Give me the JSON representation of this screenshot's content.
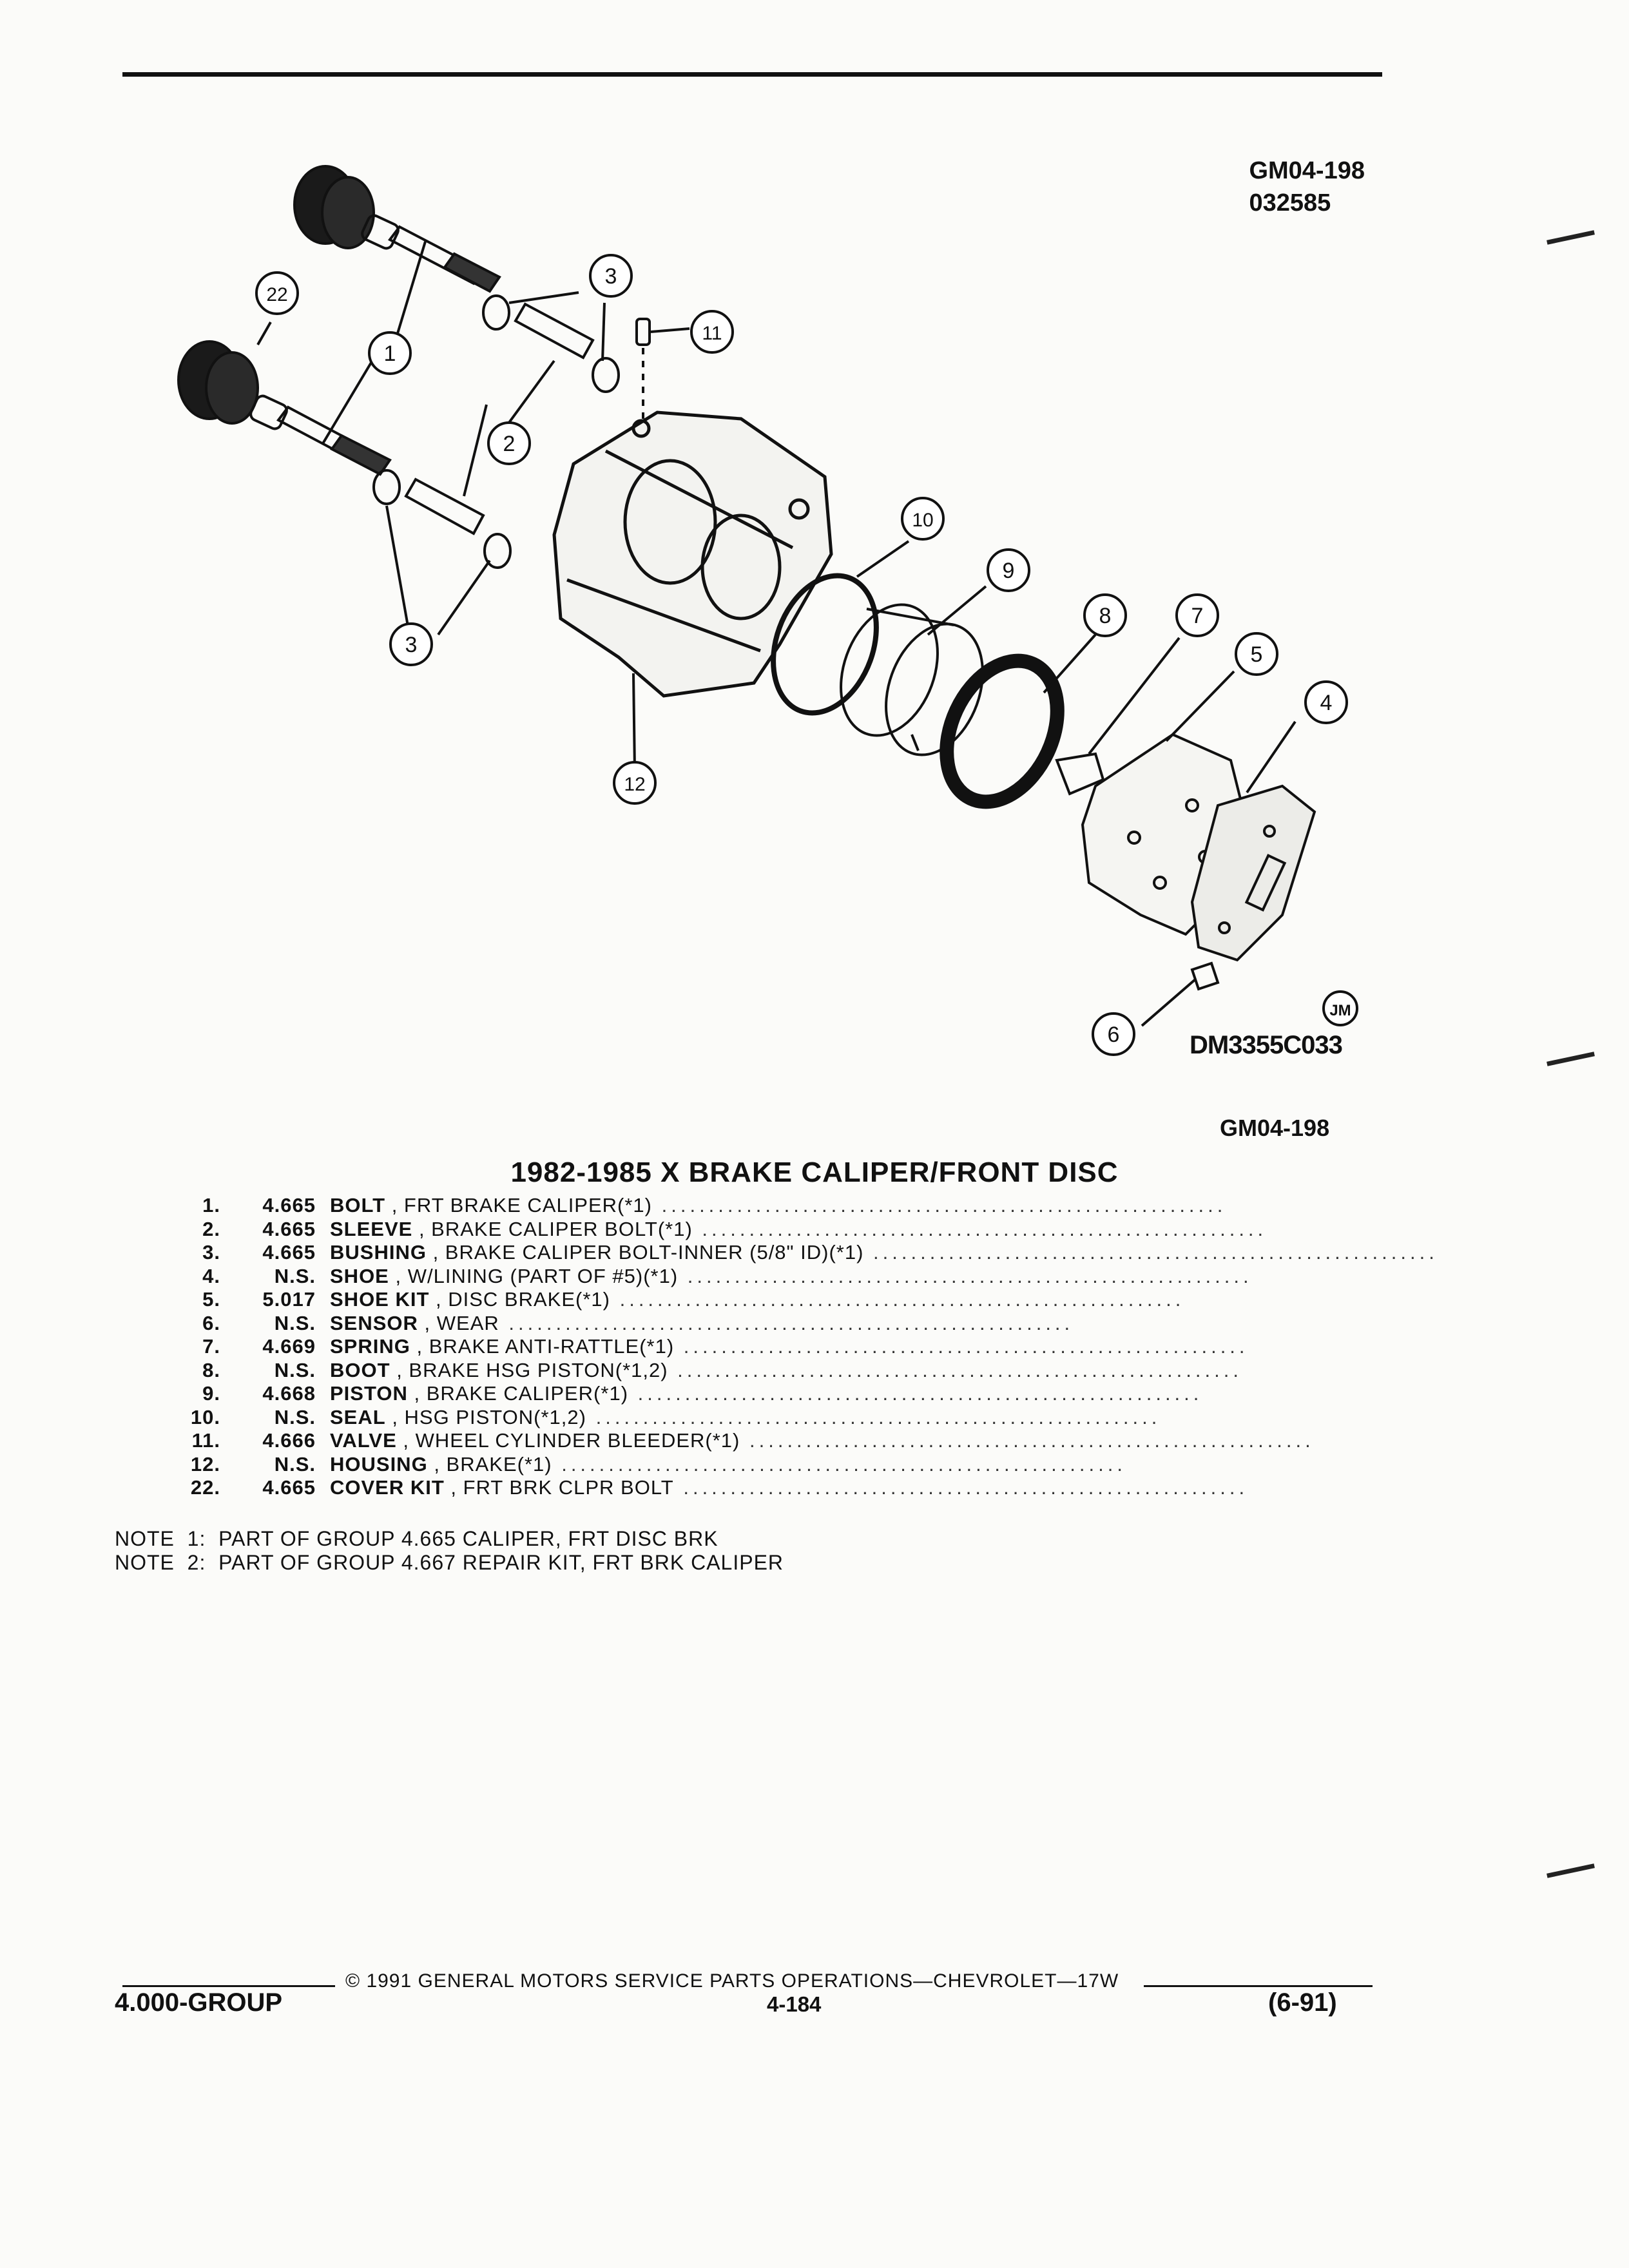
{
  "header": {
    "drawing_code": "GM04-198",
    "drawing_date": "032585"
  },
  "diagram": {
    "callouts": [
      "1",
      "2",
      "3",
      "3",
      "4",
      "5",
      "6",
      "7",
      "8",
      "9",
      "10",
      "11",
      "12",
      "22"
    ],
    "stamp": "JM",
    "drawing_number": "DM3355C033",
    "reference": "GM04-198"
  },
  "title": "1982-1985 X BRAKE CALIPER/FRONT DISC",
  "parts": [
    {
      "num": "1.",
      "group": "4.665",
      "name": "BOLT",
      "detail": ", FRT BRAKE CALIPER(*1)"
    },
    {
      "num": "2.",
      "group": "4.665",
      "name": "SLEEVE",
      "detail": ", BRAKE CALIPER BOLT(*1)"
    },
    {
      "num": "3.",
      "group": "4.665",
      "name": "BUSHING",
      "detail": ", BRAKE CALIPER BOLT-INNER (5/8\" ID)(*1)"
    },
    {
      "num": "4.",
      "group": "N.S.",
      "name": "SHOE",
      "detail": ", W/LINING (PART OF #5)(*1)"
    },
    {
      "num": "5.",
      "group": "5.017",
      "name": "SHOE KIT",
      "detail": ", DISC BRAKE(*1)"
    },
    {
      "num": "6.",
      "group": "N.S.",
      "name": "SENSOR",
      "detail": ", WEAR"
    },
    {
      "num": "7.",
      "group": "4.669",
      "name": "SPRING",
      "detail": ", BRAKE ANTI-RATTLE(*1)"
    },
    {
      "num": "8.",
      "group": "N.S.",
      "name": "BOOT",
      "detail": ", BRAKE HSG PISTON(*1,2)"
    },
    {
      "num": "9.",
      "group": "4.668",
      "name": "PISTON",
      "detail": ", BRAKE CALIPER(*1)"
    },
    {
      "num": "10.",
      "group": "N.S.",
      "name": "SEAL",
      "detail": ", HSG PISTON(*1,2)"
    },
    {
      "num": "11.",
      "group": "4.666",
      "name": "VALVE",
      "detail": ", WHEEL CYLINDER BLEEDER(*1)"
    },
    {
      "num": "12.",
      "group": "N.S.",
      "name": "HOUSING",
      "detail": ", BRAKE(*1)"
    },
    {
      "num": "22.",
      "group": "4.665",
      "name": "COVER KIT",
      "detail": ", FRT BRK CLPR BOLT"
    }
  ],
  "notes": [
    "NOTE  1:  PART OF GROUP 4.665 CALIPER, FRT DISC BRK",
    "NOTE  2:  PART OF GROUP 4.667 REPAIR KIT, FRT BRK CALIPER"
  ],
  "footer": {
    "copyright": "© 1991  GENERAL MOTORS SERVICE PARTS OPERATIONS—CHEVROLET—17W",
    "group": "4.000-GROUP",
    "page": "4-184",
    "revision": "(6-91)"
  }
}
